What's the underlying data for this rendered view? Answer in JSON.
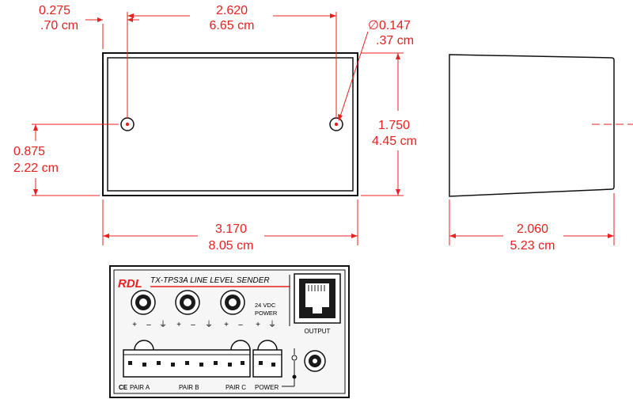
{
  "colors": {
    "dimension": "#e8201f",
    "outline": "#111111",
    "panel_fill": "#f2f2f2"
  },
  "dimensions": {
    "left_offset": {
      "in": "0.275",
      "cm": ".70 cm"
    },
    "hole_spacing": {
      "in": "2.620",
      "cm": "6.65 cm"
    },
    "hole_diameter": {
      "in": "∅0.147",
      "cm": ".37 cm"
    },
    "height": {
      "in": "1.750",
      "cm": "4.45 cm"
    },
    "hole_height": {
      "in": "0.875",
      "cm": "2.22 cm"
    },
    "width": {
      "in": "3.170",
      "cm": "8.05 cm"
    },
    "depth": {
      "in": "2.060",
      "cm": "5.23 cm"
    }
  },
  "panel": {
    "brand": "RDL",
    "model_title": "TX-TPS3A  LINE  LEVEL  SENDER",
    "power_label_1": "24 VDC",
    "power_label_2": "POWER",
    "output_label": "OUTPUT",
    "pair_labels": [
      "PAIR A",
      "PAIR B",
      "PAIR C",
      "POWER"
    ],
    "ce_mark": "CE",
    "polarity_marks": [
      "+",
      "–",
      "⏚",
      "+",
      "–",
      "⏚",
      "+",
      "–",
      "+",
      "⏚"
    ]
  }
}
